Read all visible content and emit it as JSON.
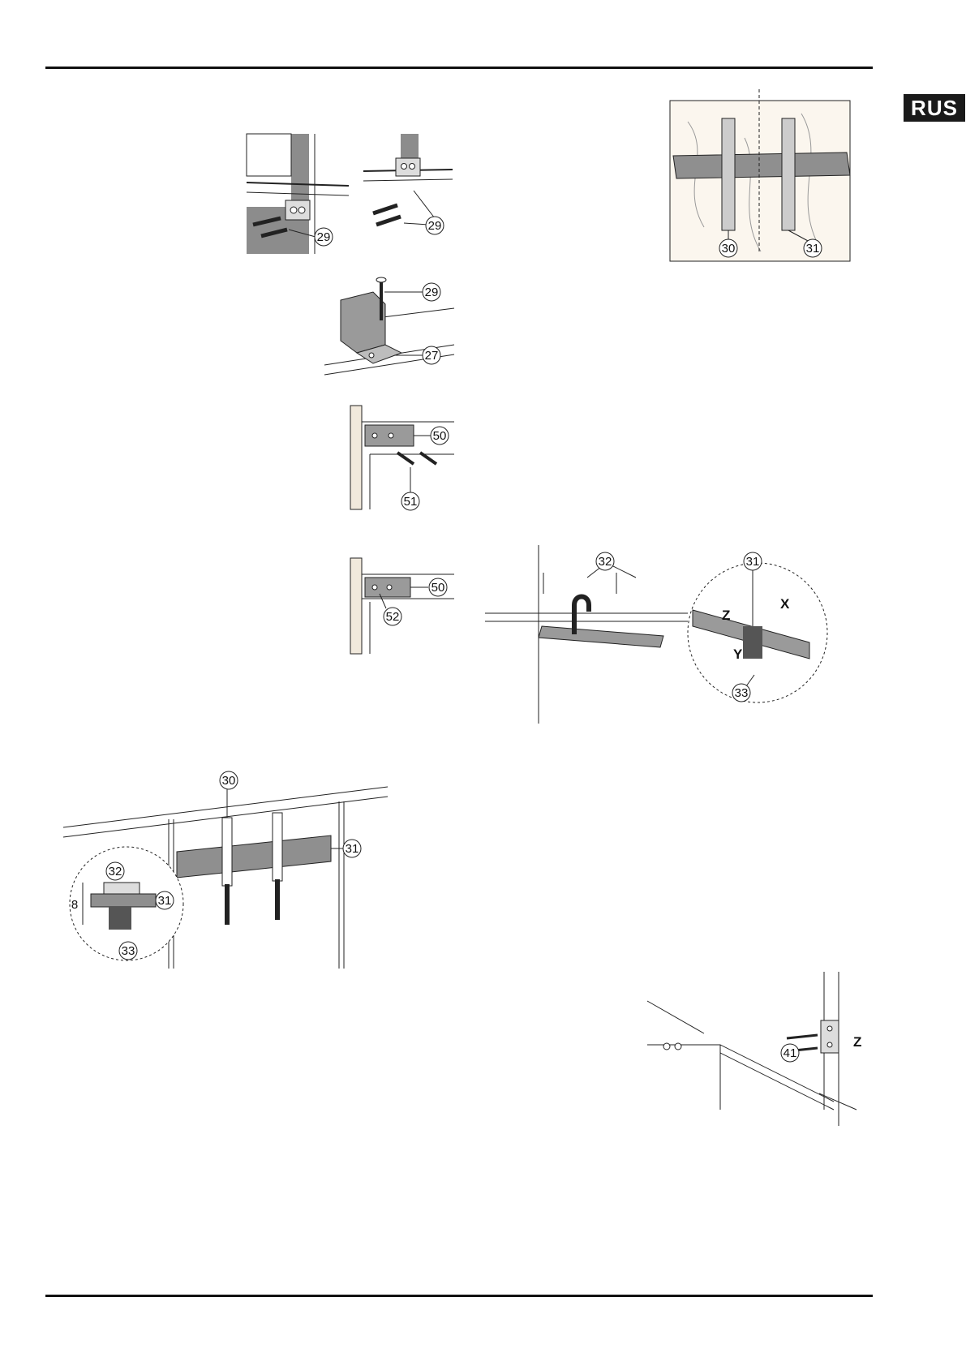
{
  "page": {
    "language_badge": "RUS"
  },
  "figures": {
    "top_left_a": {
      "callouts": [
        "29"
      ]
    },
    "top_left_b": {
      "callouts": [
        "29"
      ]
    },
    "bracket_27": {
      "callouts": [
        "29",
        "27"
      ]
    },
    "corner_50_51": {
      "callouts": [
        "50",
        "51"
      ]
    },
    "corner_50_52": {
      "callouts": [
        "50",
        "52"
      ]
    },
    "rail_bottom_left": {
      "callouts": [
        "30",
        "31",
        "32",
        "31",
        "33"
      ],
      "dimension": "8"
    },
    "door_panel": {
      "callouts": [
        "30",
        "31"
      ]
    },
    "rail_detail": {
      "callouts": [
        "32",
        "31",
        "33"
      ],
      "axes": [
        "Z",
        "X",
        "Y"
      ]
    },
    "hinge_41": {
      "callouts": [
        "41"
      ],
      "axes": [
        "Z"
      ]
    }
  }
}
